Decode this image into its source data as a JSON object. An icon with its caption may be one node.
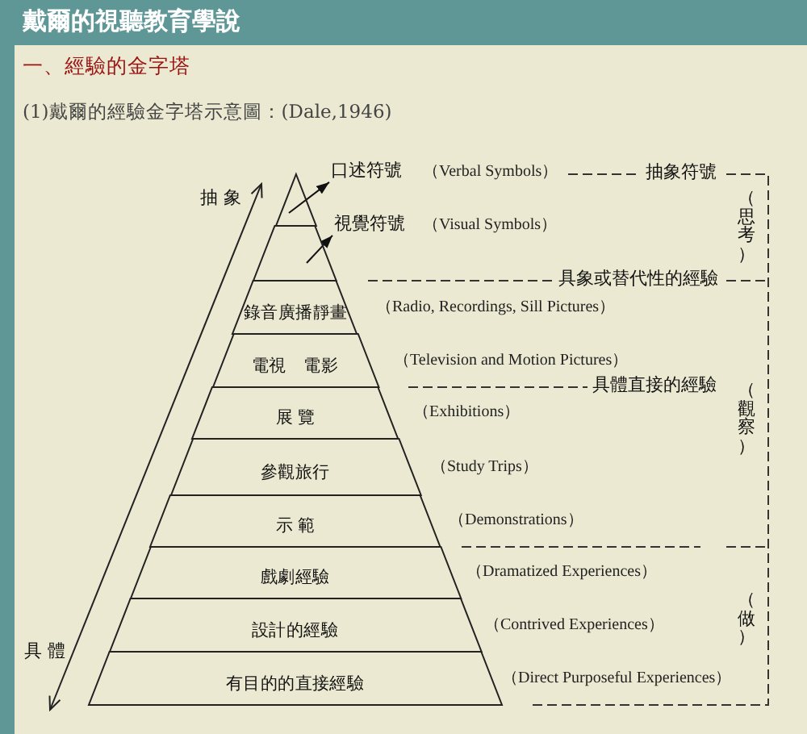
{
  "diagram": {
    "title": "戴爾的視聽教育學說",
    "nodes": [
      {
        "text": [],
        "shape": "triangle"
      },
      {
        "text": [
          "口述符號"
        ],
        "beside": [
          "（Verbal Symbols）"
        ]
      },
      {
        "text": [],
        "shape": "trapezoid"
      },
      {
        "text": [
          "視覺符號"
        ],
        "beside": [
          "（Visual Symbols）"
        ]
      },
      {
        "text": [
          "錄音廣播靜畫"
        ],
        "beside": [
          "（Radio, Recordings, Sill Pictures）"
        ]
      },
      {
        "text": [
          "電視　電影"
        ],
        "beside": [
          "（Television and Motion Pictures）"
        ]
      },
      {
        "text": [
          "展 覽"
        ],
        "beside": [
          "（Exhibitions）"
        ]
      },
      {
        "text": [
          "參觀旅行"
        ],
        "beside": [
          "（Study Trips）"
        ]
      },
      {
        "text": [
          "示 範"
        ],
        "beside": [
          "（Demonstrations）"
        ]
      },
      {
        "text": [
          "戲劇經驗"
        ],
        "beside": [
          "（Dramatized Experiences）"
        ]
      },
      {
        "text": [
          "設計的經驗"
        ],
        "beside": [
          "（Contrived Experiences）"
        ]
      },
      {
        "text": [
          "有目的的直接經驗"
        ],
        "beside": [
          "（Direct Purposeful Experiences）"
        ]
      }
    ],
    "edges": [
      {
        "from": 0,
        "to": 1,
        "arrow": "to"
      },
      {
        "from": 2,
        "to": 3,
        "arrow": "to"
      }
    ],
    "labels": [
      "一、經驗的金字塔",
      "(1)戴爾的經驗金字塔示意圖：(Dale,1946)",
      "抽象符號",
      "抽 象",
      "（思考）",
      "具象或替代性的經驗",
      "具體直接的經驗",
      "（觀察）",
      "（做）",
      "具 體"
    ]
  }
}
